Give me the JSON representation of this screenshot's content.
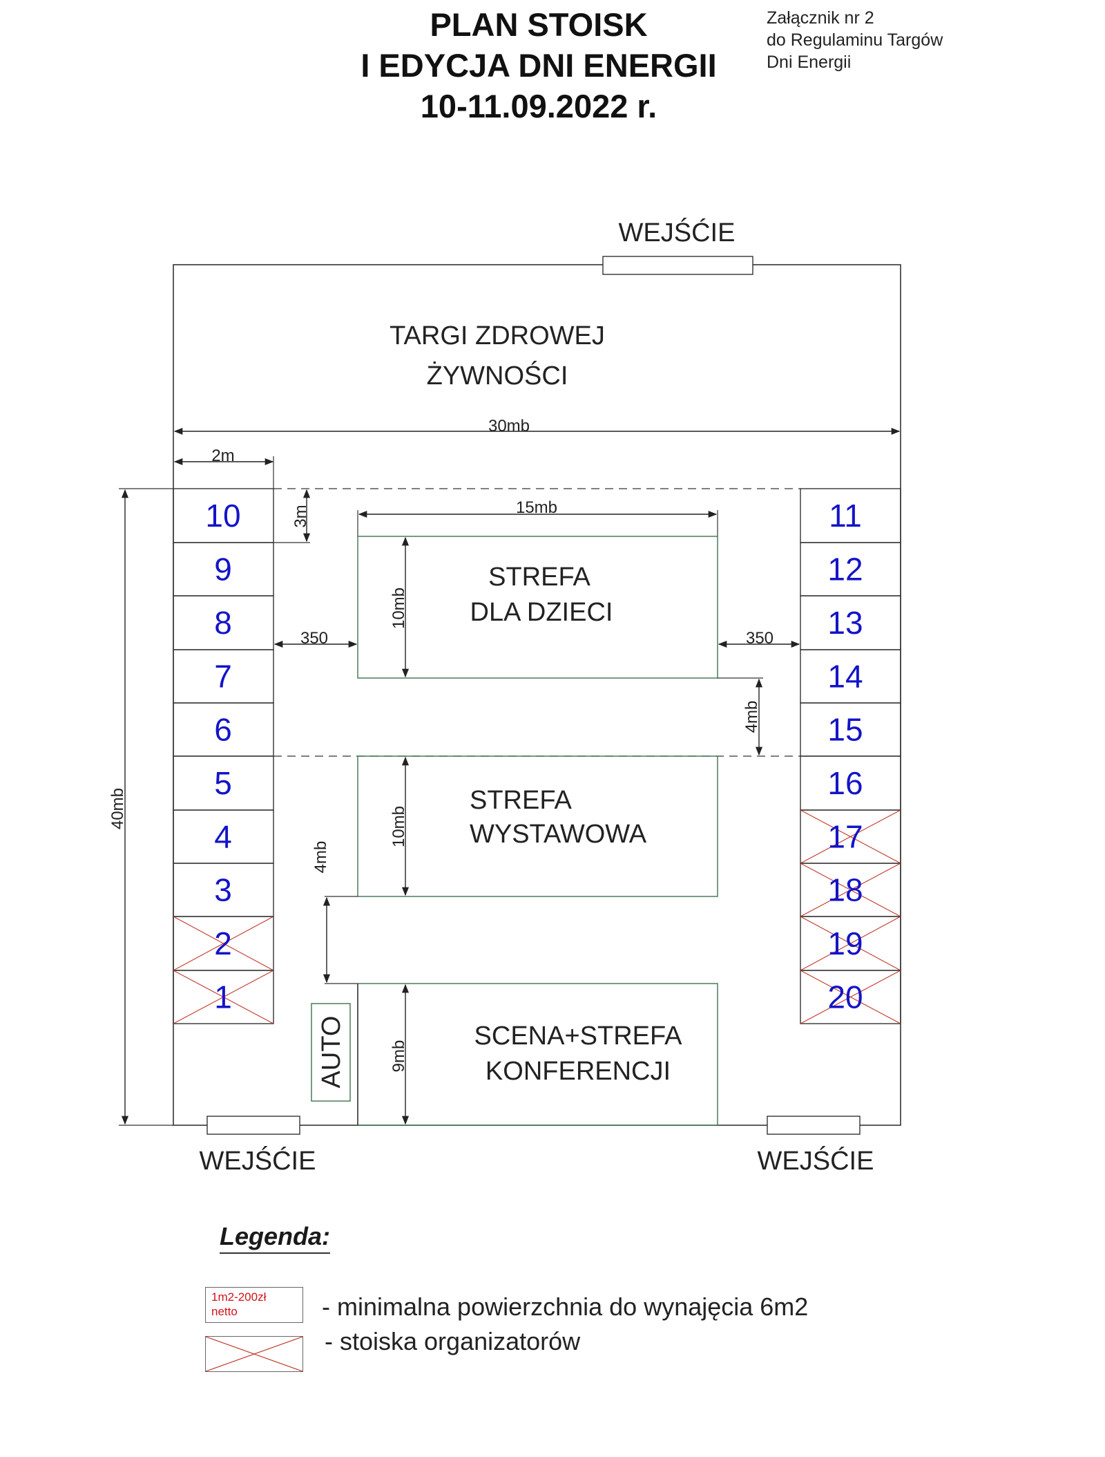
{
  "header": {
    "title_lines": [
      "PLAN STOISK",
      "I EDYCJA DNI ENERGII",
      "10-11.09.2022 r."
    ],
    "annex_lines": [
      "Załącznik nr 2",
      "do Regulaminu Targów",
      "Dni Energii"
    ]
  },
  "plan": {
    "entrance_label": "WEJŚĆIE",
    "zones": {
      "food": [
        "TARGI ZDROWEJ",
        "ŻYWNOŚCI"
      ],
      "kids": [
        "STREFA",
        "DLA DZIECI"
      ],
      "exhibition": [
        "STREFA",
        "WYSTAWOWA"
      ],
      "stage": [
        "SCENA+STREFA",
        "KONFERENCJI"
      ]
    },
    "auto_label": "AUTO",
    "dimensions": {
      "width_total": "30mb",
      "stand_width": "2m",
      "height_total": "40mb",
      "top_gap": "3m",
      "zone_width": "15mb",
      "kids_height": "10mb",
      "exhibition_height": "10mb",
      "stage_height": "9mb",
      "aisle_left": "350",
      "aisle_right": "350",
      "gap_right": "4mb",
      "gap_left": "4mb"
    },
    "left_stands": [
      "10",
      "9",
      "8",
      "7",
      "6",
      "5",
      "4",
      "3",
      "2",
      "1"
    ],
    "right_stands": [
      "11",
      "12",
      "13",
      "14",
      "15",
      "16",
      "17",
      "18",
      "19",
      "20"
    ],
    "organizer_stands": [
      "1",
      "2",
      "17",
      "18",
      "19",
      "20"
    ],
    "stand_number_color": "#1414c8",
    "cross_color": "#c0392b",
    "line_color": "#333333",
    "zone_border_color": "#4a7a5a"
  },
  "legend": {
    "title": "Legenda:",
    "price_box_lines": [
      "1m2-200zł",
      "netto"
    ],
    "rows": [
      "- minimalna powierzchnia do wynajęcia 6m2",
      "-  stoiska organizatorów"
    ]
  }
}
